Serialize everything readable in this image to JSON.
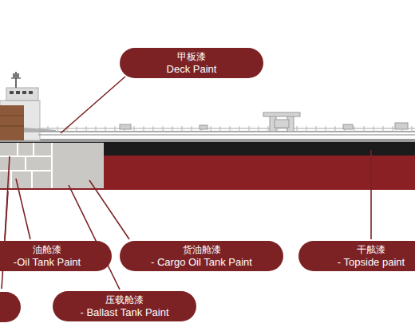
{
  "diagram": {
    "nodes": [
      {
        "text": [
          "甲板漆",
          "Deck Paint"
        ]
      },
      {
        "text": [
          "油舱漆",
          "-Oil Tank Paint"
        ]
      },
      {
        "text": [
          "货油舱漆",
          "- Cargo Oil Tank Paint"
        ]
      },
      {
        "text": [
          "干舷漆",
          "- Topside paint"
        ]
      },
      {
        "text": [
          "压载舱漆",
          "- Ballast Tank Paint"
        ]
      }
    ]
  }
}
